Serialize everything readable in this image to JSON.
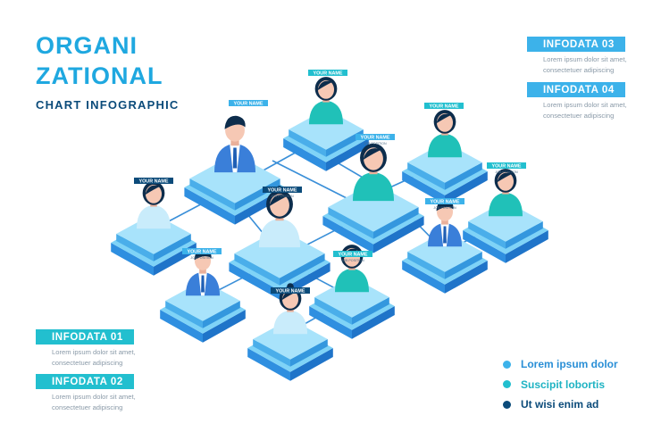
{
  "title": {
    "line1": "ORGANI",
    "line2": "ZATIONAL",
    "subtitle": "CHART INFOGRAPHIC"
  },
  "infodata": [
    {
      "label": "INFODATA 01",
      "text1": "Lorem ipsum dolor sit amet,",
      "text2": "consectetuer adipiscing"
    },
    {
      "label": "INFODATA 02",
      "text1": "Lorem ipsum dolor sit amet,",
      "text2": "consectetuer adipiscing"
    },
    {
      "label": "INFODATA 03",
      "text1": "Lorem ipsum dolor sit amet,",
      "text2": "consectetuer adipiscing"
    },
    {
      "label": "INFODATA 04",
      "text1": "Lorem ipsum dolor sit amet,",
      "text2": "consectetuer adipiscing"
    }
  ],
  "bullets": [
    "Lorem ipsum dolor",
    "Suscipit lobortis",
    "Ut wisi enim ad"
  ],
  "node_labels": {
    "name": "YOUR NAME",
    "position": "JOB POSITION"
  },
  "colors": {
    "cyan": "#22bfcf",
    "blue": "#3cb2ea",
    "navy": "#0b4b7a",
    "platform": "#5cc4f0"
  },
  "nodes": [
    {
      "id": "n1",
      "person": "male-blue",
      "label_color": "blue"
    },
    {
      "id": "n2",
      "person": "female-cyan",
      "label_color": "cyan"
    },
    {
      "id": "n3",
      "person": "female-cyan",
      "label_color": "blue"
    },
    {
      "id": "n4",
      "person": "female-cyan",
      "label_color": "cyan"
    },
    {
      "id": "n5",
      "person": "female-light",
      "label_color": "navy"
    },
    {
      "id": "n6",
      "person": "female-light",
      "label_color": "navy"
    },
    {
      "id": "n7",
      "person": "male-blue",
      "label_color": "blue"
    },
    {
      "id": "n8",
      "person": "female-cyan",
      "label_color": "cyan"
    },
    {
      "id": "n9",
      "person": "male-blue",
      "label_color": "blue"
    },
    {
      "id": "n10",
      "person": "female-cyan",
      "label_color": "cyan"
    },
    {
      "id": "n11",
      "person": "female-light",
      "label_color": "navy"
    }
  ]
}
